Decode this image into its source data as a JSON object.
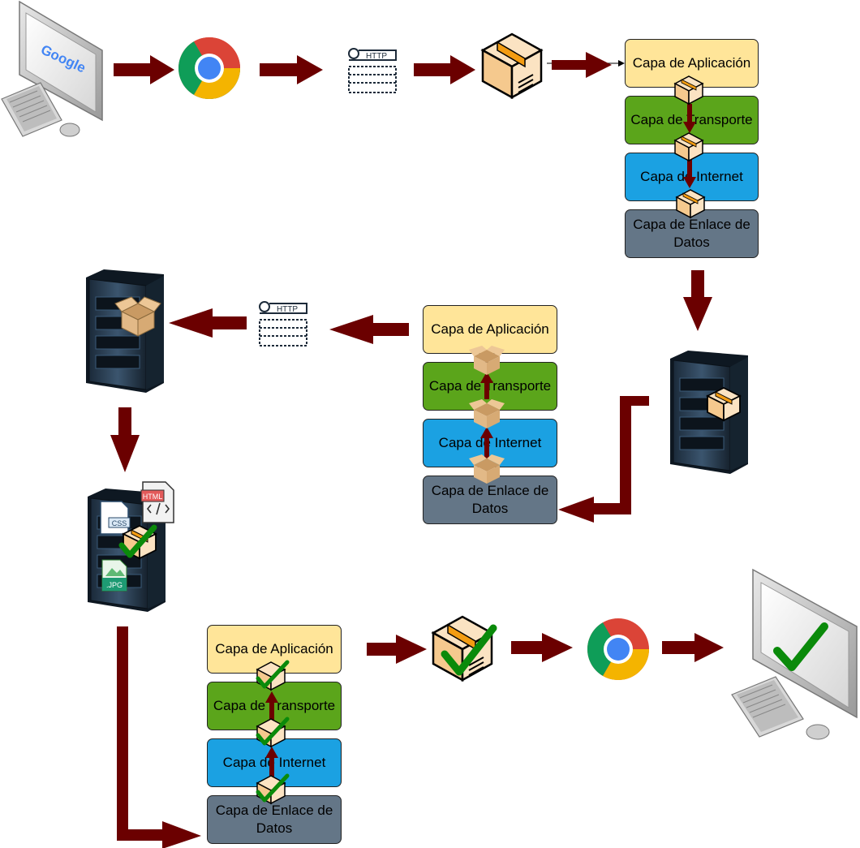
{
  "colors": {
    "arrow": "#6b0000",
    "app_layer": "#ffe599",
    "transport_layer": "#5ba51b",
    "internet_layer": "#1ba1e2",
    "link_layer": "#647687",
    "check": "#008a00",
    "box": "#f5deb3",
    "box_stroke": "#000000"
  },
  "icons": {
    "client_computer": "desktop-computer-icon",
    "browser": "chrome-browser-icon",
    "http_request": "http-request-icon",
    "package": "package-box-icon",
    "server": "server-rack-icon",
    "check": "green-checkmark-icon",
    "html_file": "html-file-icon",
    "css_file": "css-file-icon",
    "jpg_file": "jpg-file-icon"
  },
  "google_label": "Google",
  "http_label": "HTTP",
  "file_labels": {
    "html": "HTML",
    "css": "CSS",
    "jpg": ".JPG"
  },
  "stacks": [
    {
      "id": "client-send",
      "layers": [
        {
          "kind": "app",
          "label": "Capa de Aplicación"
        },
        {
          "kind": "trans",
          "label": "Capa de Transporte"
        },
        {
          "kind": "inet",
          "label": "Capa de Internet"
        },
        {
          "kind": "link",
          "label": "Capa de Enlace de Datos"
        }
      ]
    },
    {
      "id": "server-receive",
      "layers": [
        {
          "kind": "app",
          "label": "Capa de Aplicación"
        },
        {
          "kind": "trans",
          "label": "Capa de Transporte"
        },
        {
          "kind": "inet",
          "label": "Capa de Internet"
        },
        {
          "kind": "link",
          "label": "Capa de Enlace de Datos"
        }
      ]
    },
    {
      "id": "response-send",
      "layers": [
        {
          "kind": "app",
          "label": "Capa de Aplicación"
        },
        {
          "kind": "trans",
          "label": "Capa de Transporte"
        },
        {
          "kind": "inet",
          "label": "Capa de Internet"
        },
        {
          "kind": "link",
          "label": "Capa de Enlace de Datos"
        }
      ]
    }
  ]
}
